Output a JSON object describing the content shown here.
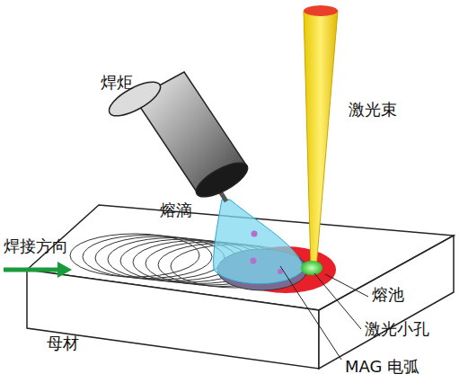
{
  "diagram": {
    "labels": [
      "焊炬",
      "激光束",
      "熔滴",
      "焊接方向",
      "熔池",
      "激光小孔",
      "MAG 电弧",
      "母材"
    ]
  }
}
